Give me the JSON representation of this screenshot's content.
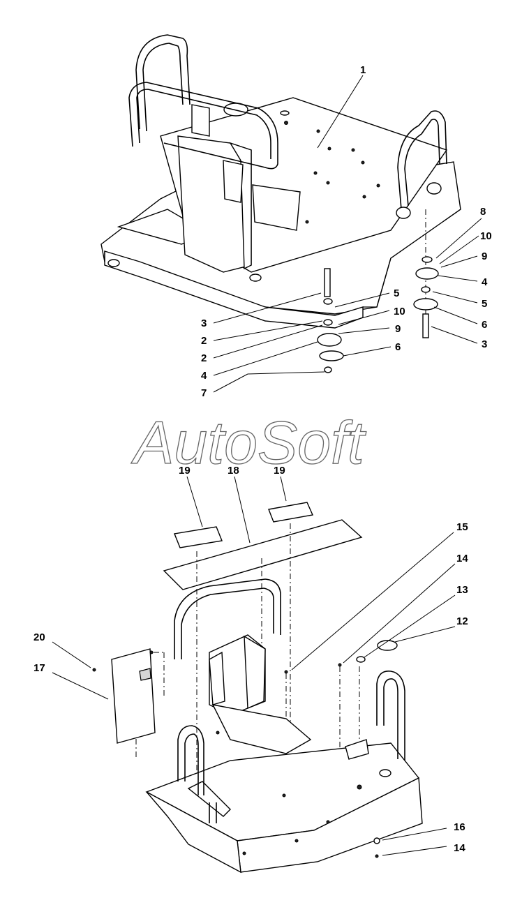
{
  "watermark": "AutoSoft",
  "callouts": {
    "c1": "1",
    "c8": "8",
    "c10a": "10",
    "c9a": "9",
    "c4a": "4",
    "c5a": "5",
    "c6a": "6",
    "c3a": "3",
    "c5b": "5",
    "c10b": "10",
    "c9b": "9",
    "c6b": "6",
    "c3b": "3",
    "c2a": "2",
    "c2b": "2",
    "c4b": "4",
    "c7": "7",
    "c19a": "19",
    "c18": "18",
    "c19b": "19",
    "c15": "15",
    "c14a": "14",
    "c13": "13",
    "c12": "12",
    "c20": "20",
    "c17": "17",
    "c16": "16",
    "c14b": "14"
  }
}
